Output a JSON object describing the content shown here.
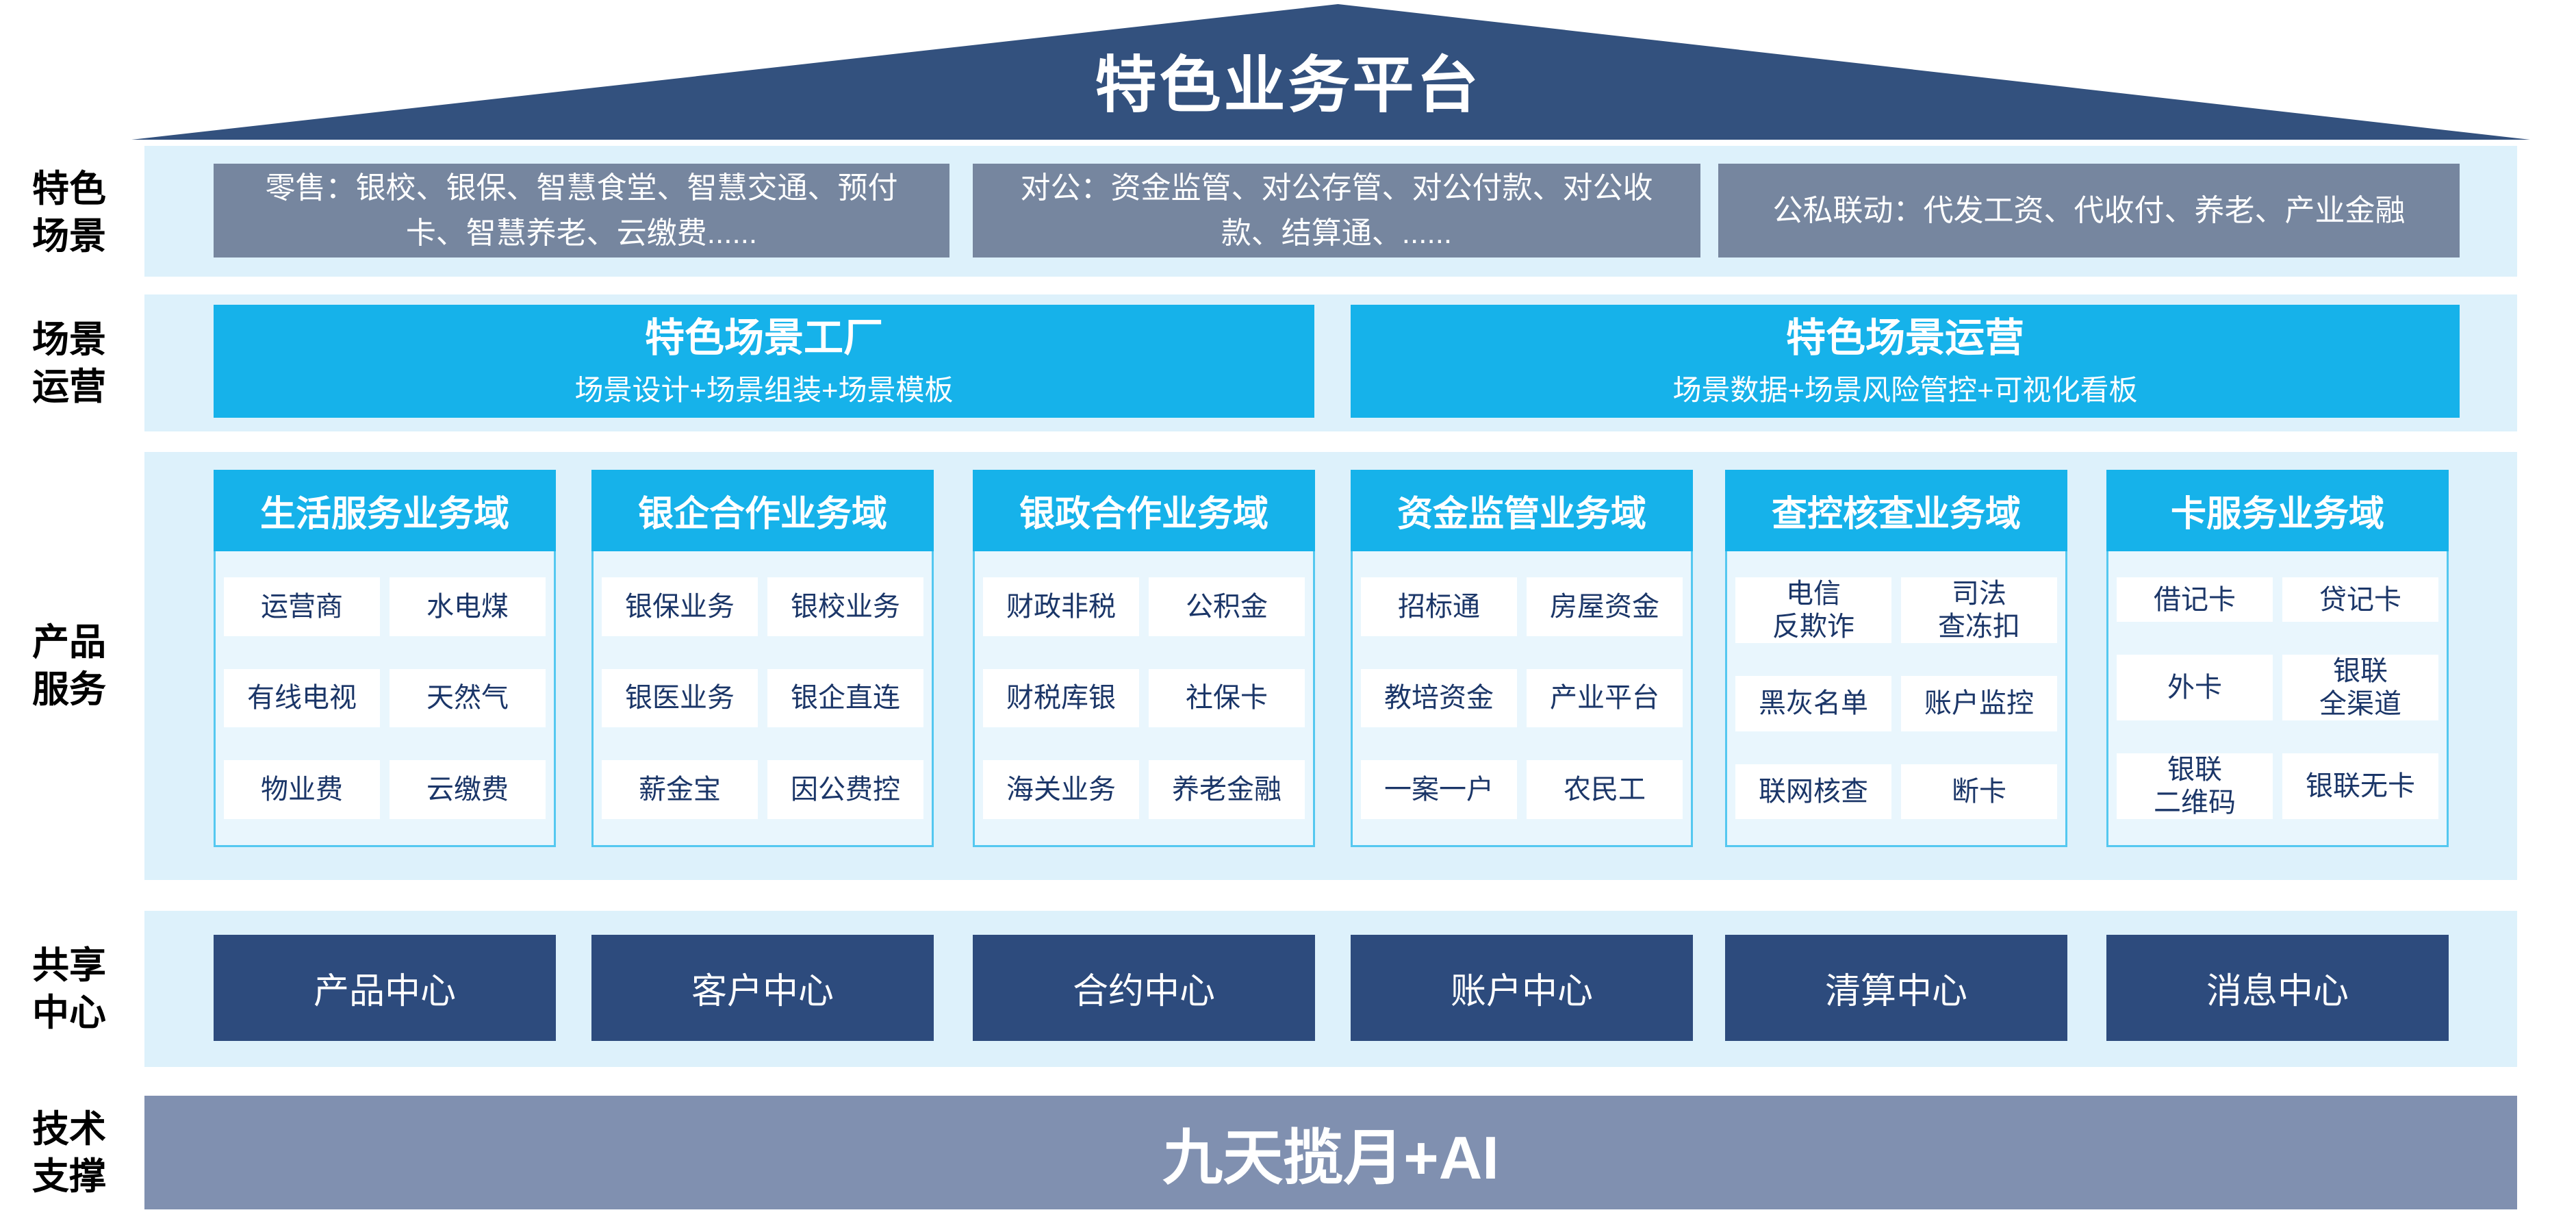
{
  "colors": {
    "roof_navy": "#33517e",
    "band_light_blue": "#ddf1fb",
    "scene_box_gray_blue": "#76869f",
    "cyan": "#16b2ea",
    "column_body_bg": "#e9f6fd",
    "column_body_border": "#54c8f0",
    "cell_text_navy": "#1b3668",
    "share_box_navy": "#2d4b7d",
    "tech_bar_gray": "#8090b0",
    "title_text": "#ffffff",
    "side_label_text": "#000000"
  },
  "roof": {
    "title": "特色业务平台"
  },
  "side_labels": [
    {
      "text": "特色\n场景"
    },
    {
      "text": "场景\n运营"
    },
    {
      "text": "产品\n服务"
    },
    {
      "text": "共享\n中心"
    },
    {
      "text": "技术\n支撑"
    }
  ],
  "scene_row": {
    "boxes": [
      {
        "text": "零售：银校、银保、智慧食堂、智慧交通、预付\n卡、智慧养老、云缴费......"
      },
      {
        "text": "对公：资金监管、对公存管、对公付款、对公收\n款、结算通、......"
      },
      {
        "text": "公私联动：代发工资、代收付、养老、产业金融"
      }
    ]
  },
  "ops_row": {
    "boxes": [
      {
        "title": "特色场景工厂",
        "subtitle": "场景设计+场景组装+场景模板"
      },
      {
        "title": "特色场景运营",
        "subtitle": "场景数据+场景风险管控+可视化看板"
      }
    ]
  },
  "product_row": {
    "columns": [
      {
        "header": "生活服务业务域",
        "cells": [
          "运营商",
          "水电煤",
          "有线电视",
          "天然气",
          "物业费",
          "云缴费"
        ]
      },
      {
        "header": "银企合作业务域",
        "cells": [
          "银保业务",
          "银校业务",
          "银医业务",
          "银企直连",
          "薪金宝",
          "因公费控"
        ]
      },
      {
        "header": "银政合作业务域",
        "cells": [
          "财政非税",
          "公积金",
          "财税库银",
          "社保卡",
          "海关业务",
          "养老金融"
        ]
      },
      {
        "header": "资金监管业务域",
        "cells": [
          "招标通",
          "房屋资金",
          "教培资金",
          "产业平台",
          "一案一户",
          "农民工"
        ]
      },
      {
        "header": "查控核查业务域",
        "cells": [
          "电信\n反欺诈",
          "司法\n查冻扣",
          "黑灰名单",
          "账户监控",
          "联网核查",
          "断卡"
        ]
      },
      {
        "header": "卡服务业务域",
        "cells": [
          "借记卡",
          "贷记卡",
          "外卡",
          "银联\n全渠道",
          "银联\n二维码",
          "银联无卡"
        ]
      }
    ]
  },
  "share_row": {
    "boxes": [
      "产品中心",
      "客户中心",
      "合约中心",
      "账户中心",
      "清算中心",
      "消息中心"
    ]
  },
  "tech_row": {
    "label": "九天揽月+AI"
  }
}
